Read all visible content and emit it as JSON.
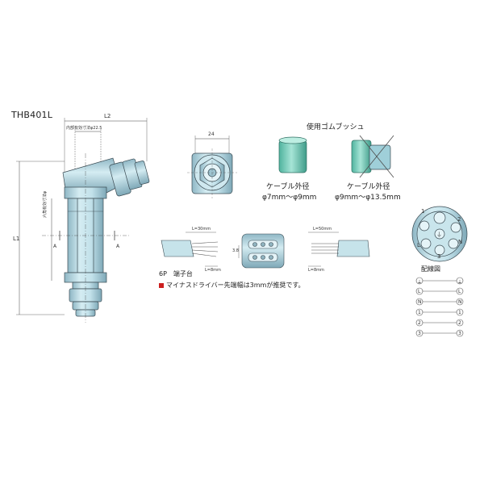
{
  "title": "THB401L",
  "main_view": {
    "dim_L2": "L2",
    "dim_inner": "内部有効寸法φ22.5",
    "dim_L1": "L1",
    "dim_side": "六角有効寸法φ",
    "section_A_left": "A",
    "section_A_right": "A"
  },
  "top_view": {
    "dim_24": "24"
  },
  "bushing": {
    "title": "使用ゴムブッシュ",
    "left_caption_1": "ケーブル外径",
    "left_caption_2": "φ7mm～φ9mm",
    "right_caption_1": "ケーブル外径",
    "right_caption_2": "φ9mm～φ13.5mm"
  },
  "wiring": {
    "dim_L30": "L=30mm",
    "dim_L8_left": "L=8mm",
    "dim_L50": "L=50mm",
    "dim_L8_right": "L=8mm",
    "dim_38": "3.8",
    "terminal_label": "6P　端子台",
    "note": "マイナスドライバー先端幅は3mmが推奨です。",
    "note_color": "#cc1f1f"
  },
  "pin_diagram": {
    "pins": [
      "1",
      "2",
      "3",
      "N",
      "L",
      "⏚"
    ],
    "title": "配線図",
    "rows": [
      {
        "left": "⏚",
        "right": "⏚"
      },
      {
        "left": "L",
        "right": "L"
      },
      {
        "left": "N",
        "right": "N"
      },
      {
        "left": "1",
        "right": "1"
      },
      {
        "left": "2",
        "right": "2"
      },
      {
        "left": "3",
        "right": "3"
      }
    ]
  },
  "colors": {
    "body_fill": "#bcdde6",
    "body_dark": "#7fa9b8",
    "bushing_green": "#7fd0bf",
    "outline": "#3a4a52"
  }
}
